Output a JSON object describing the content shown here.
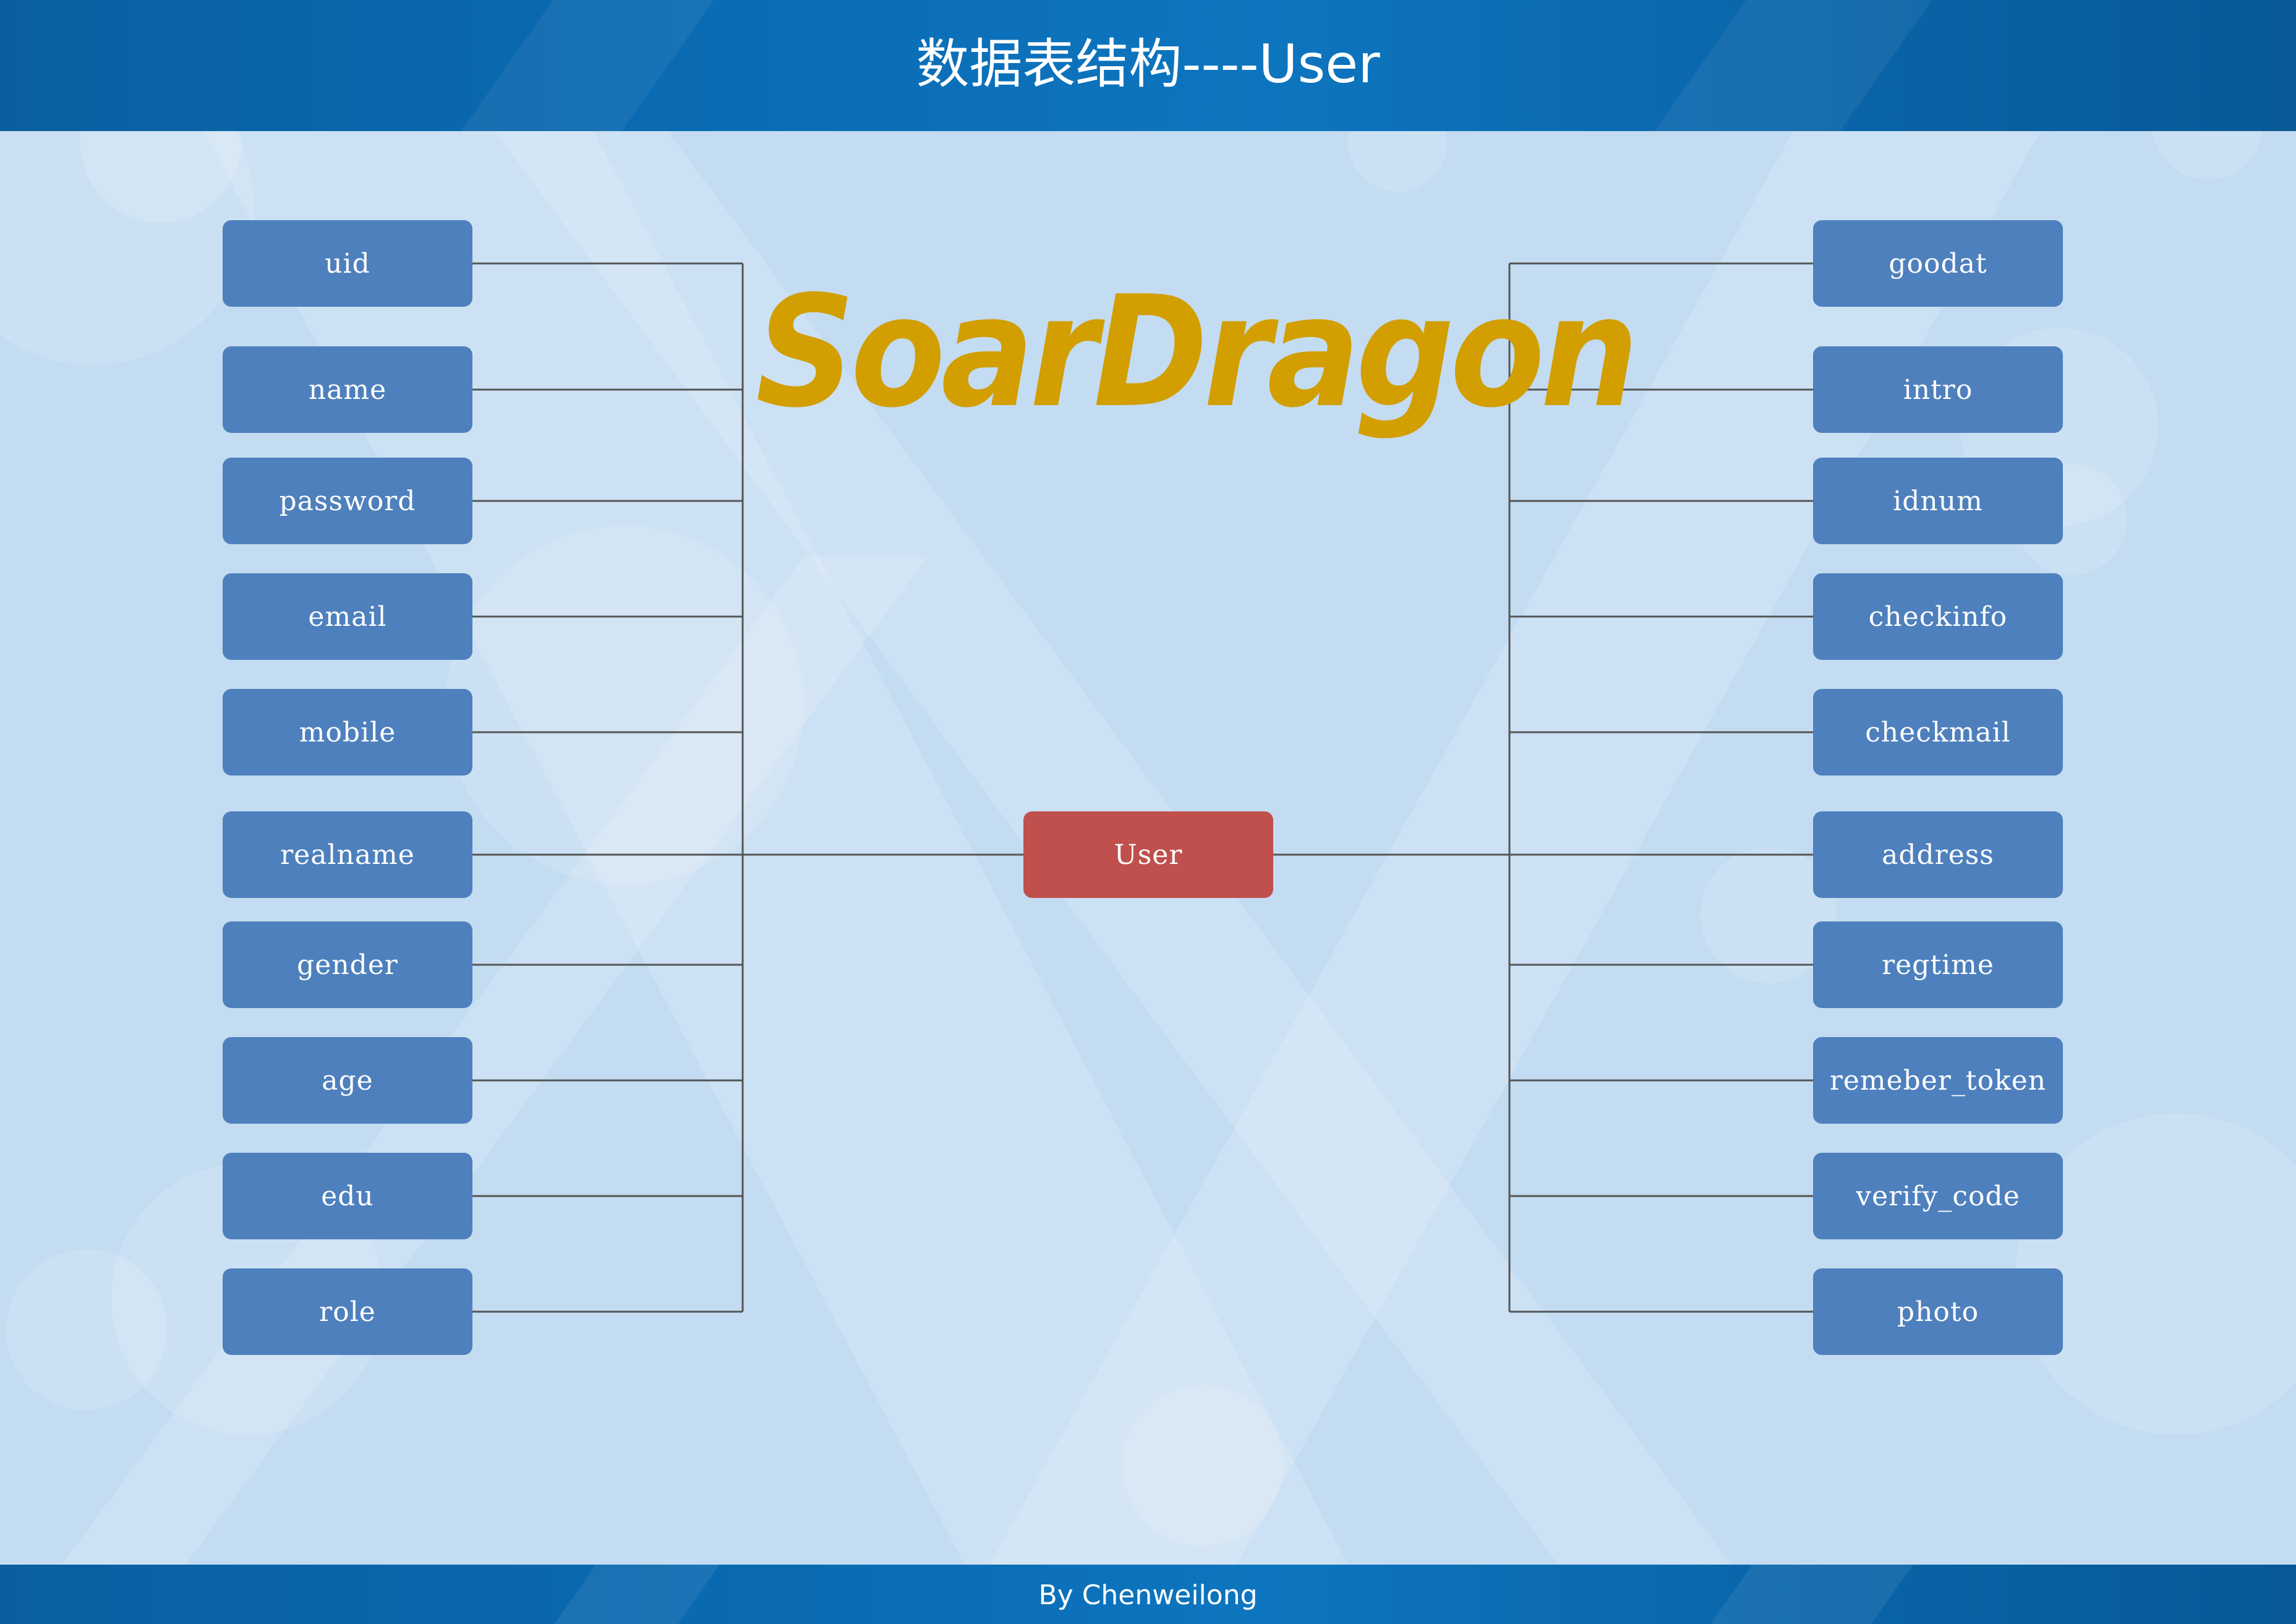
{
  "header": {
    "title": "数据表结构----User"
  },
  "logo": {
    "text": "SoarDragon"
  },
  "center": {
    "label": "User"
  },
  "left_fields": [
    "uid",
    "name",
    "password",
    "email",
    "mobile",
    "realname",
    "gender",
    "age",
    "edu",
    "role"
  ],
  "right_fields": [
    "goodat",
    "intro",
    "idnum",
    "checkinfo",
    "checkmail",
    "address",
    "regtime",
    "remeber_token",
    "verify_code",
    "photo"
  ],
  "footer": {
    "credit": "By  Chenweilong"
  },
  "colors": {
    "header_bar": "#0a6bb3",
    "field_box": "#4e80bd",
    "center_box": "#c0504d",
    "connector": "#555555",
    "logo": "#d29e00",
    "background": "#c3dcf1"
  }
}
